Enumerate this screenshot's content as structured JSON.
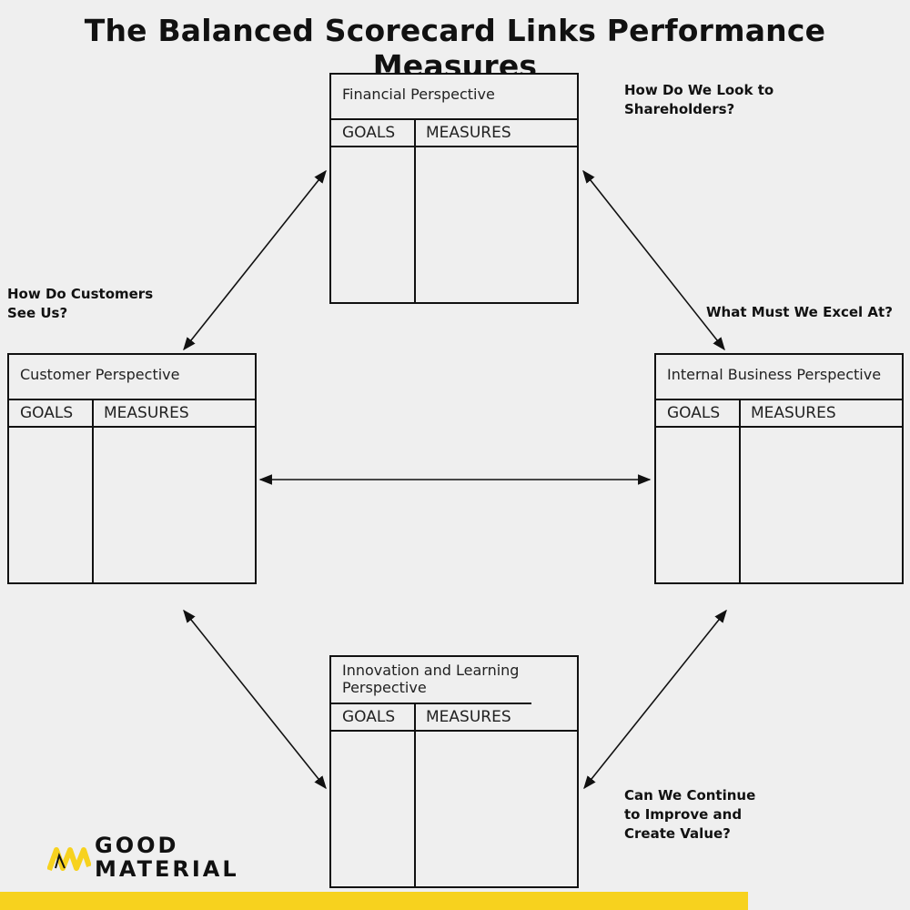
{
  "title": "The Balanced Scorecard Links Performance Measures",
  "perspectives": {
    "financial": {
      "title": "Financial Perspective",
      "goals": "GOALS",
      "measures": "MEASURES"
    },
    "customer": {
      "title": "Customer Perspective",
      "goals": "GOALS",
      "measures": "MEASURES"
    },
    "internal": {
      "title": "Internal Business Perspective",
      "goals": "GOALS",
      "measures": "MEASURES"
    },
    "innovation": {
      "title": "Innovation and Learning Perspective",
      "goals": "GOALS",
      "measures": "MEASURES"
    }
  },
  "questions": {
    "shareholders": "How Do We Look to Shareholders?",
    "customers": "How Do Customers See Us?",
    "excel": "What Must We Excel At?",
    "improve": "Can We Continue to Improve and Create Value?"
  },
  "brand": {
    "line1": "GOOD",
    "line2": "MATERIAL",
    "accent_color": "#f7d21e"
  }
}
